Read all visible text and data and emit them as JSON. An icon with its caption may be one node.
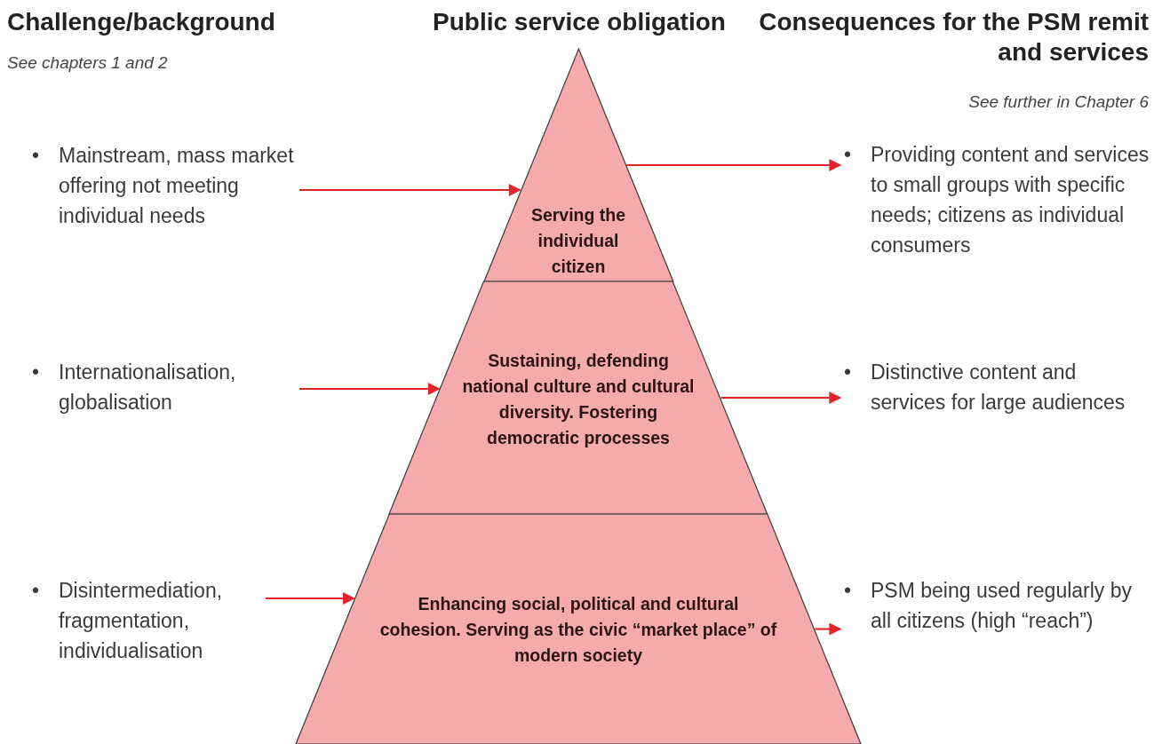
{
  "diagram": {
    "nodes": [
      {
        "text": [
          "•",
          "Mainstream, mass market offering not meeting individual needs"
        ]
      },
      {
        "text": [
          "Serving the individual citizen"
        ]
      },
      {
        "text": [
          "•",
          "Providing content and services to small groups with specific needs; citizens as individual consumers"
        ]
      },
      {
        "text": [
          "•",
          "Internationalisation, globalisation"
        ]
      },
      {
        "text": [
          "Sustaining, defending national culture and cultural diversity. Fostering democratic processes"
        ]
      },
      {
        "text": [
          "•",
          "Distinctive content and services for large audiences"
        ]
      },
      {
        "text": [
          "•",
          "Disintermediation, fragmentation, individualisation"
        ]
      },
      {
        "text": [
          "Enhancing social, political and cultural cohesion. Serving as the civic “market place” of modern society"
        ]
      },
      {
        "text": [
          "•",
          "PSM being used regularly by all citizens (high “reach”)"
        ]
      }
    ],
    "edges": [
      {
        "from": 0,
        "to": 1,
        "arrow": "to"
      },
      {
        "from": 1,
        "to": 2,
        "arrow": "to"
      },
      {
        "from": 3,
        "to": 4,
        "arrow": "to"
      },
      {
        "from": 4,
        "to": 5,
        "arrow": "to"
      },
      {
        "from": 6,
        "to": 7,
        "arrow": "to"
      },
      {
        "from": 7,
        "to": 8,
        "arrow": "to"
      }
    ],
    "labels": [
      "Challenge/background",
      "Public service obligation",
      "Consequences for the PSM remit and services",
      "See chapters 1 and 2",
      "See further in Chapter 6"
    ]
  }
}
